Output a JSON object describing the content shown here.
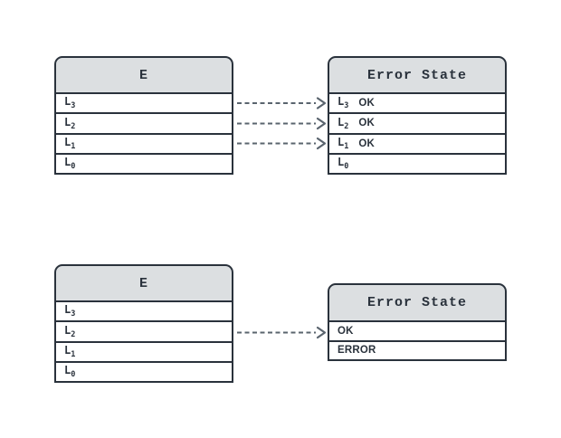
{
  "colors": {
    "border": "#2a323c",
    "header_fill": "#dcdfe1",
    "row_fill": "#ffffff",
    "text": "#2a323c",
    "arrow": "#5a646e",
    "background": "#ffffff"
  },
  "tables": [
    {
      "id": "top-left-e",
      "title": "E",
      "rows": [
        {
          "label": "L",
          "sub": "3",
          "value": ""
        },
        {
          "label": "L",
          "sub": "2",
          "value": ""
        },
        {
          "label": "L",
          "sub": "1",
          "value": ""
        },
        {
          "label": "L",
          "sub": "0",
          "value": ""
        }
      ]
    },
    {
      "id": "top-right-error-state",
      "title": "Error State",
      "rows": [
        {
          "label": "L",
          "sub": "3",
          "value": "OK"
        },
        {
          "label": "L",
          "sub": "2",
          "value": "OK"
        },
        {
          "label": "L",
          "sub": "1",
          "value": "OK"
        },
        {
          "label": "L",
          "sub": "0",
          "value": ""
        }
      ]
    },
    {
      "id": "bottom-left-e",
      "title": "E",
      "rows": [
        {
          "label": "L",
          "sub": "3",
          "value": ""
        },
        {
          "label": "L",
          "sub": "2",
          "value": ""
        },
        {
          "label": "L",
          "sub": "1",
          "value": ""
        },
        {
          "label": "L",
          "sub": "0",
          "value": ""
        }
      ]
    },
    {
      "id": "bottom-right-error-state",
      "title": "Error State",
      "rows": [
        {
          "label": "",
          "sub": "",
          "value": "OK"
        },
        {
          "label": "",
          "sub": "",
          "value": "ERROR"
        }
      ]
    }
  ],
  "arrows": [
    {
      "from": "E.L3",
      "to": "Error State.L3 OK",
      "style": "dashed"
    },
    {
      "from": "E.L2",
      "to": "Error State.L2 OK",
      "style": "dashed"
    },
    {
      "from": "E.L1",
      "to": "Error State.L1 OK",
      "style": "dashed"
    },
    {
      "from": "E.L2",
      "to": "Error State.OK",
      "style": "dashed"
    }
  ]
}
